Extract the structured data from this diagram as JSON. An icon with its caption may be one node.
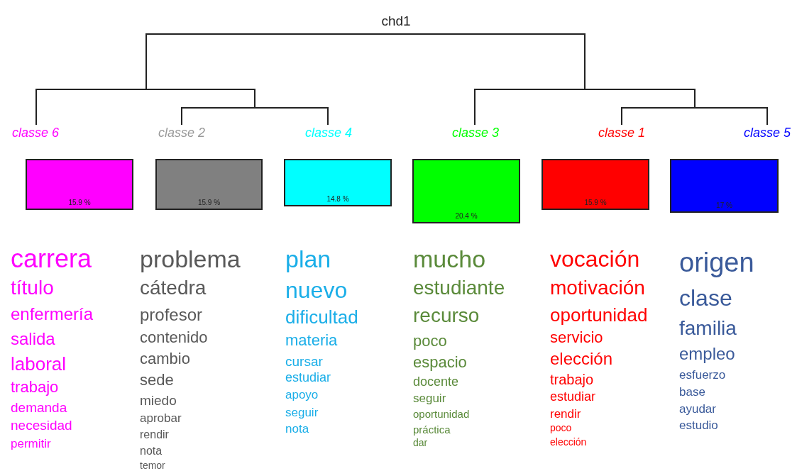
{
  "diagram": {
    "title": "chd1",
    "nodes": [
      {
        "text": [
          "15.9 %"
        ],
        "beside": [
          "classe  6"
        ]
      },
      {
        "text": [
          "15.9 %"
        ],
        "beside": [
          "classe  2"
        ]
      },
      {
        "text": [
          "14.8 %"
        ],
        "beside": [
          "classe  4"
        ]
      },
      {
        "text": [
          "20.4 %"
        ],
        "beside": [
          "classe  3"
        ]
      },
      {
        "text": [
          "15.9 %"
        ],
        "beside": [
          "classe  1"
        ]
      },
      {
        "text": [
          "17 %"
        ],
        "beside": [
          "classe  5"
        ]
      }
    ],
    "labels": [
      "carrera",
      "título",
      "enfermería",
      "salida",
      "laboral",
      "trabajo",
      "demanda",
      "necesidad",
      "permitir",
      "problema",
      "cátedra",
      "profesor",
      "contenido",
      "cambio",
      "sede",
      "miedo",
      "aprobar",
      "rendir",
      "nota",
      "temor",
      "plan",
      "nuevo",
      "dificultad",
      "materia",
      "cursar",
      "estudiar",
      "apoyo",
      "seguir",
      "nota",
      "mucho",
      "estudiante",
      "recurso",
      "poco",
      "espacio",
      "docente",
      "seguir",
      "oportunidad",
      "práctica",
      "dar",
      "vocación",
      "motivación",
      "oportunidad",
      "servicio",
      "elección",
      "trabajo",
      "estudiar",
      "rendir",
      "poco",
      "elección",
      "origen",
      "clase",
      "familia",
      "empleo",
      "esfuerzo",
      "base",
      "ayudar",
      "estudio"
    ]
  }
}
